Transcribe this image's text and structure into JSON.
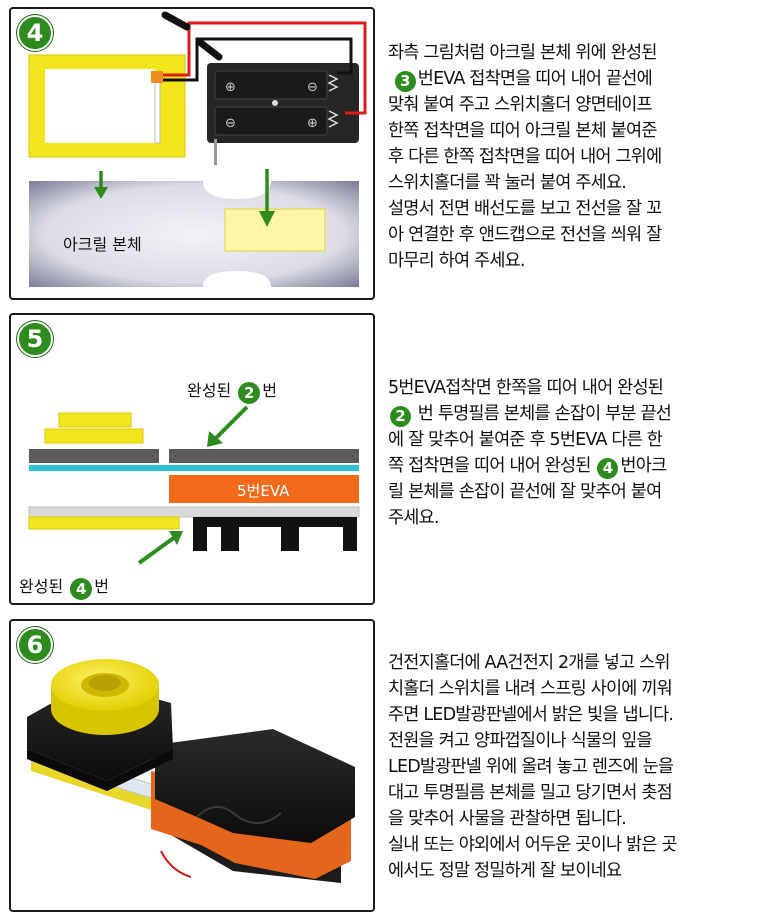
{
  "steps": [
    {
      "number": "4",
      "labels": {
        "acrylic_body": "아크릴 본체"
      },
      "badges": {
        "b1": "3"
      },
      "lines": [
        "좌측 그림처럼 아크릴 본체 위에 완성된",
        "번EVA 접착면을 띠어 내어 끝선에",
        "맞춰 붙여 주고 스위치홀더 양면테이프",
        "한쪽 접착면을 띠어 아크릴 본체 붙여준",
        "후 다른 한쪽 접착면을 띠어 내어 그위에",
        "스위치홀더를 꽉 눌러 붙여 주세요.",
        "설명서 전면 배선도를 보고 전선을 잘 꼬",
        "아 연결한 후 앤드캡으로 전선을 씌워 잘",
        "마무리 하여 주세요."
      ]
    },
    {
      "number": "5",
      "labels": {
        "top_prefix": "완성된",
        "top_badge": "2",
        "top_suffix": "번",
        "eva": "5번EVA",
        "bottom_prefix": "완성된",
        "bottom_badge": "4",
        "bottom_suffix": "번"
      },
      "badges": {
        "b1": "2",
        "b2": "4"
      },
      "lines": [
        "5번EVA접착면 한쪽을 띠어 내어 완성된",
        "번 투명필름 본체를 손잡이 부분 끝선",
        "에 잘 맞추어 붙여준 후 5번EVA 다른 한",
        "쪽 접착면을 띠어 내어 완성된",
        "번아크",
        "릴 본체를 손잡이 끝선에 잘 맞추어 붙여",
        "주세요."
      ]
    },
    {
      "number": "6",
      "lines": [
        "건전지홀더에 AA건전지 2개를 넣고 스위",
        "치홀더 스위치를 내려 스프링 사이에 끼워",
        "주면 LED발광판넬에서 밝은 빛을 냅니다.",
        "전원을 켜고 양파껍질이나 식물의 잎을",
        "LED발광판넬 위에 올려 놓고 렌즈에 눈을",
        "대고 투명필름 본체를 밀고 당기면서 촛점",
        "을 맞추어 사물을 관찰하면 됩니다.",
        "실내 또는 야외에서 어두운 곳이나 밝은 곳",
        "에서도 정말 정밀하게 잘 보이네요"
      ]
    }
  ],
  "colors": {
    "accent_green": "#2e8b1e",
    "eva_orange": "#f26b1d",
    "film_cyan": "#2ec4d6",
    "acrylic_yellow": "#f2e51b"
  }
}
